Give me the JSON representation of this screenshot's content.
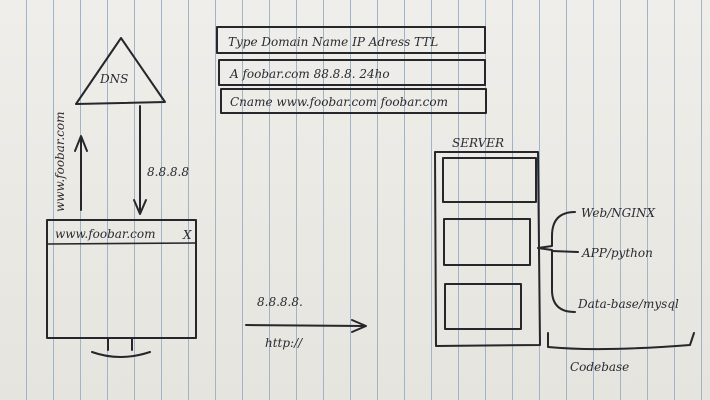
{
  "dns": {
    "label": "DNS"
  },
  "records": [
    {
      "text": "Type  Domain Name  IP Adress   TTL"
    },
    {
      "text": "A   foobar.com    88.8.8.    24ho"
    },
    {
      "text": "Cname  www.foobar.com  foobar.com"
    }
  ],
  "client": {
    "query_label": "www.foobar.com",
    "response_ip": "8.8.8.8",
    "browser_url": "www.foobar.com",
    "browser_close": "X"
  },
  "request": {
    "ip": "8.8.8.8.",
    "protocol": "http://"
  },
  "server": {
    "label": "SERVER",
    "layers": [
      {
        "text": "Web/NGINX"
      },
      {
        "text": "APP/python"
      },
      {
        "text": "Data-base/mysql"
      }
    ],
    "codebase": "Codebase"
  }
}
